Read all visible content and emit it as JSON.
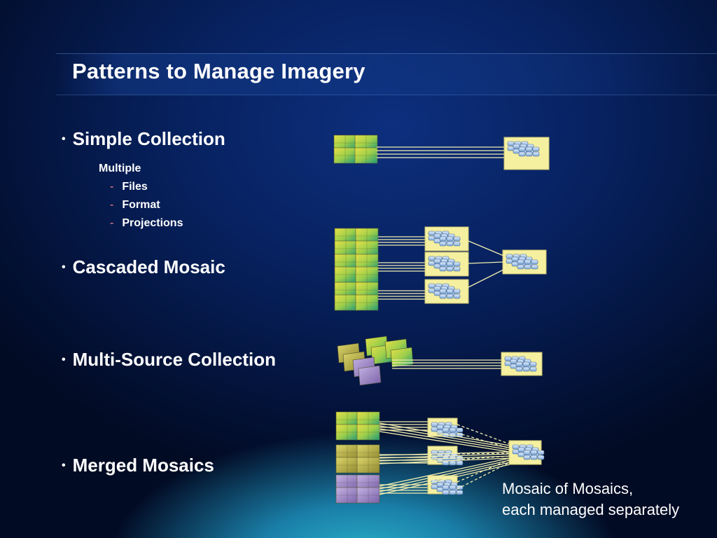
{
  "slide": {
    "title": "Patterns to Manage Imagery"
  },
  "bullets": {
    "simple_collection": "Simple Collection",
    "cascaded_mosaic": "Cascaded Mosaic",
    "multi_source_collection": "Multi-Source Collection",
    "merged_mosaics": "Merged Mosaics"
  },
  "simple_details": {
    "heading": "Multiple",
    "items": [
      "Files",
      "Format",
      "Projections"
    ]
  },
  "caption": {
    "line1": "Mosaic of Mosaics,",
    "line2": "each managed separately"
  },
  "colors": {
    "connector": "#f2eeb0",
    "mosaic_box": "#f5f0a0",
    "raster_tile_yellow": "#d9d24a",
    "raster_tile_green": "#27a86a",
    "raster_tile_purple": "#9a83c0",
    "raster_tile_olive": "#b8b040"
  },
  "icons": [
    "raster-stack-icon",
    "mosaic-dataset-icon"
  ]
}
